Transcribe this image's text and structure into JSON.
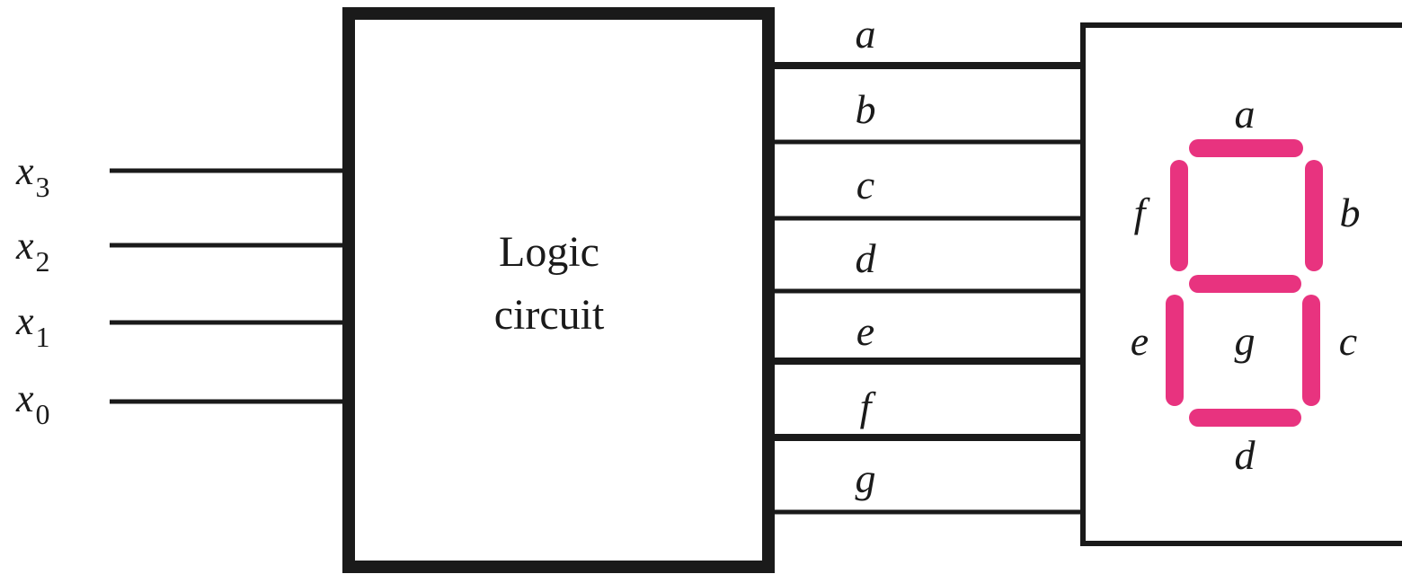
{
  "inputs": [
    {
      "var": "x",
      "sub": "3"
    },
    {
      "var": "x",
      "sub": "2"
    },
    {
      "var": "x",
      "sub": "1"
    },
    {
      "var": "x",
      "sub": "0"
    }
  ],
  "logic_block": {
    "line1": "Logic",
    "line2": "circuit"
  },
  "outputs": [
    "a",
    "b",
    "c",
    "d",
    "e",
    "f",
    "g"
  ],
  "display": {
    "segment_color": "#e8337f",
    "segment_labels": {
      "a": "a",
      "b": "b",
      "c": "c",
      "d": "d",
      "e": "e",
      "f": "f",
      "g": "g"
    }
  }
}
